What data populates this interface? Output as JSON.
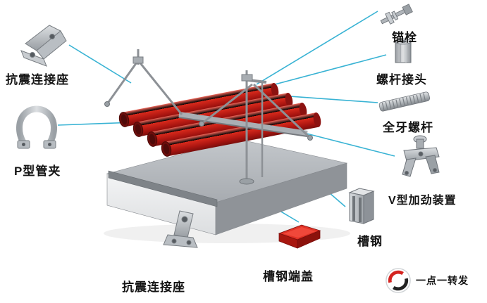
{
  "diagram": {
    "background": "#ffffff",
    "callout_color": "#39b3d4",
    "components": [
      {
        "id": "seismic-connector-top",
        "label": "抗震连接座"
      },
      {
        "id": "p-pipe-clamp",
        "label": "P型管夹"
      },
      {
        "id": "anchor-bolt",
        "label": "锚栓"
      },
      {
        "id": "rod-coupling",
        "label": "螺杆接头"
      },
      {
        "id": "threaded-rod",
        "label": "全牙螺杆"
      },
      {
        "id": "v-stiffener",
        "label": "V型加劲装置"
      },
      {
        "id": "channel-steel",
        "label": "槽钢"
      },
      {
        "id": "channel-end-cap",
        "label": "槽钢端盖"
      },
      {
        "id": "seismic-connector-bottom",
        "label": "抗震连接座"
      }
    ],
    "watermark": "一点一转发",
    "colors": {
      "pipe_red": "#c8211a",
      "metal_gray": "#a9aeb3",
      "slab_top": "#b6babf"
    }
  }
}
